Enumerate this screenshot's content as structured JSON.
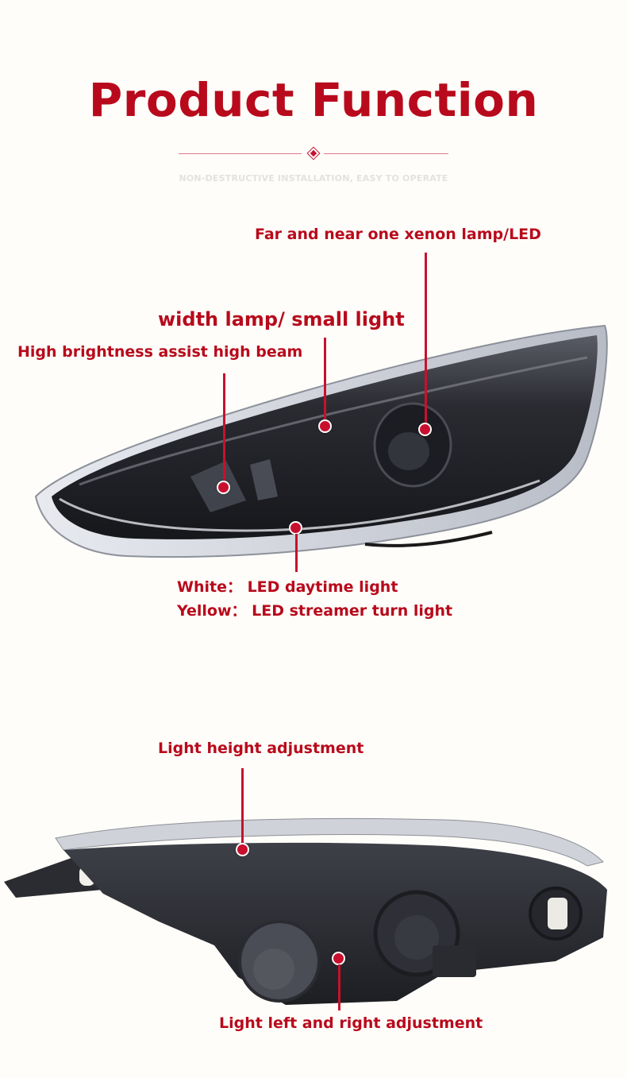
{
  "header": {
    "title": "Product Function",
    "subtitle": "NON-DESTRUCTIVE INSTALLATION, EASY TO OPERATE",
    "divider_icon": "diamond-icon"
  },
  "front_view": {
    "image": "headlight-front-photo",
    "callouts": [
      {
        "id": "xenon",
        "label": "Far and near one xenon lamp/LED"
      },
      {
        "id": "width-lamp",
        "label": "width lamp/ small light"
      },
      {
        "id": "high-beam",
        "label": "High brightness assist high beam"
      },
      {
        "id": "drl",
        "lines": [
          "White： LED daytime light",
          "Yellow： LED streamer turn light"
        ]
      }
    ]
  },
  "rear_view": {
    "image": "headlight-rear-photo",
    "callouts": [
      {
        "id": "height-adjust",
        "label": "Light height adjustment"
      },
      {
        "id": "lr-adjust",
        "label": "Light left and right adjustment"
      }
    ]
  },
  "colors": {
    "accent": "#b80a1c",
    "marker": "#c8102e",
    "background": "#fefdf9",
    "subtitle": "#e4e2de"
  }
}
